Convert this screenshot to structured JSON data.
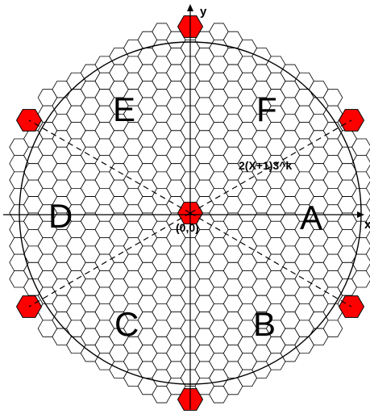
{
  "diagram": {
    "origin_label": "(0,0)",
    "formula_label": "2(X+1)3^k",
    "axis_x_label": "x",
    "axis_y_label": "y",
    "sectors": [
      "A",
      "B",
      "C",
      "D",
      "E",
      "F"
    ],
    "colors": {
      "cell_fill": "#ffffff",
      "cell_stroke": "#000000",
      "highlight_fill": "#ff0000",
      "background": "#ffffff"
    }
  }
}
